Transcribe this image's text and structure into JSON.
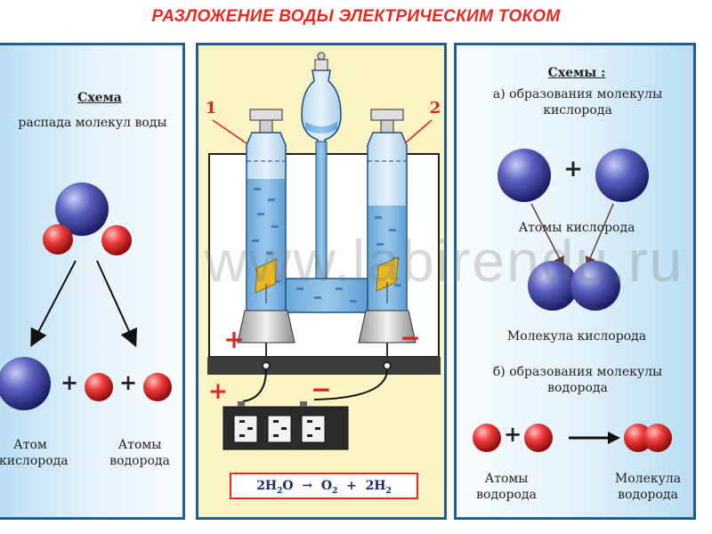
{
  "title": "РАЗЛОЖЕНИЕ ВОДЫ ЭЛЕКТРИЧЕСКИМ ТОКОМ",
  "left": {
    "heading": "Схема",
    "subheading": "распада молекул воды",
    "plus_1": "+",
    "plus_2": "+",
    "label_oxygen_1": "Атом",
    "label_oxygen_2": "кислорода",
    "label_hydrogen_1": "Атомы",
    "label_hydrogen_2": "водорода"
  },
  "middle": {
    "label_1": "1",
    "label_2": "2",
    "anode_sign": "+",
    "cathode_sign": "−",
    "battery_plus": "+",
    "battery_minus": "−",
    "equation": {
      "reactant_coef": "2H",
      "reactant_sub": "2",
      "reactant_tail": "O",
      "arrow": "→",
      "product1": "O",
      "product1_sub": "2",
      "plus": "+",
      "product2": "2H",
      "product2_sub": "2"
    }
  },
  "right": {
    "heading": "Схемы :",
    "part_a_1": "а)  образования молекулы",
    "part_a_2": "кислорода",
    "plus_a": "+",
    "atoms_label": "Атомы  кислорода",
    "molecule_o2_label": "Молекула  кислорода",
    "part_b_1": "б)  образования молекулы",
    "part_b_2": "водорода",
    "plus_b": "+",
    "arrow_b": "→",
    "h_atoms_1": "Атомы",
    "h_atoms_2": "водорода",
    "h_molecule_1": "Молекула",
    "h_molecule_2": "водорода"
  },
  "watermark": "www.labirendu.ru",
  "colors": {
    "title": "#e52a22",
    "oxygen": "#3a3f9a",
    "hydrogen": "#e0262b",
    "water": "#7fb6e2",
    "frame": "#1f5f93"
  }
}
